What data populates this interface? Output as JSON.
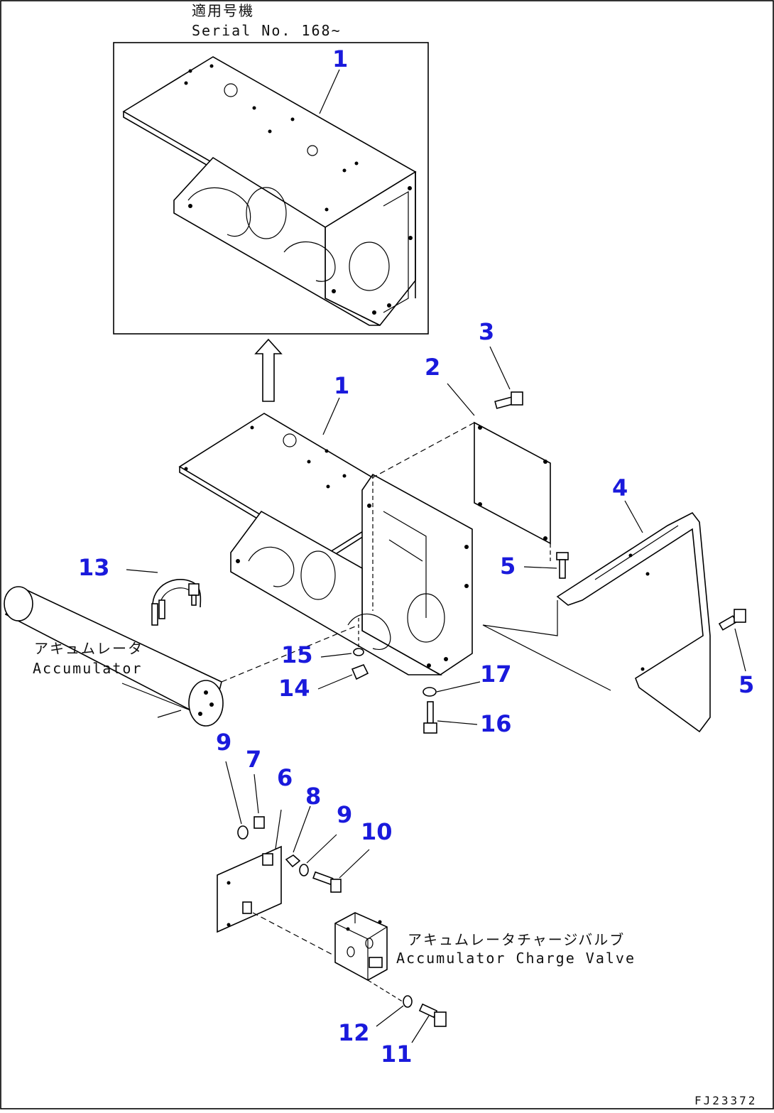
{
  "inset": {
    "note_jp": "適用号機",
    "note_en": "Serial No. 168~"
  },
  "callouts": {
    "c1_inset": "1",
    "c1": "1",
    "c2": "2",
    "c3": "3",
    "c4": "4",
    "c5a": "5",
    "c5b": "5",
    "c6": "6",
    "c7": "7",
    "c8": "8",
    "c9a": "9",
    "c9b": "9",
    "c10": "10",
    "c11": "11",
    "c12": "12",
    "c13": "13",
    "c14": "14",
    "c15": "15",
    "c16": "16",
    "c17": "17"
  },
  "labels": {
    "accumulator_jp": "アキュムレータ",
    "accumulator_en": "Accumulator",
    "valve_jp": "アキュムレータチャージバルブ",
    "valve_en": "Accumulator Charge Valve"
  },
  "drawing_id": "FJ23372"
}
